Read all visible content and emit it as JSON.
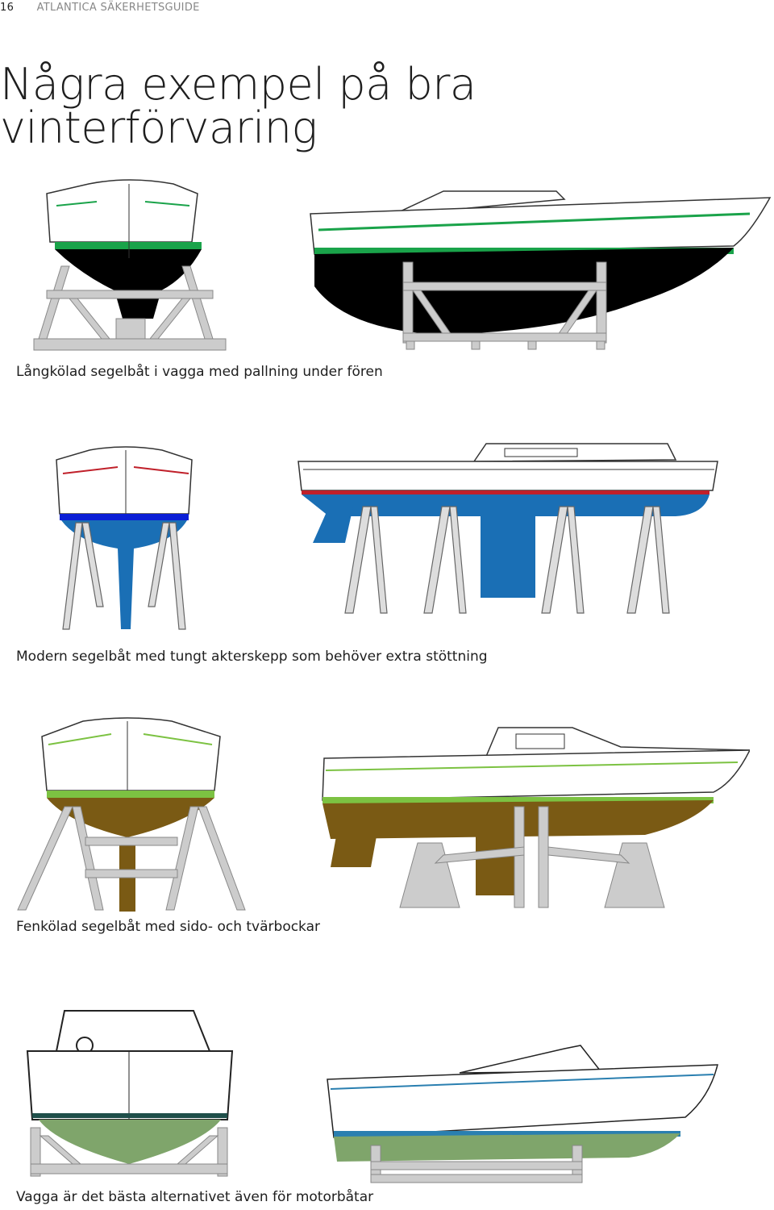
{
  "header": {
    "page_number": "16",
    "running_title": "ATLANTICA SÄKERHETSGUIDE"
  },
  "title": "Några exempel på bra vinterförvaring",
  "examples": [
    {
      "caption": "Långkölad segelbåt i vagga med pallning under fören"
    },
    {
      "caption": "Modern segelbåt med tungt akterskepp som behöver extra stöttning"
    },
    {
      "caption": "Fenkölad segelbåt med sido- och tvärbockar"
    },
    {
      "caption": "Vagga är det bästa alternativet även för motorbåtar"
    }
  ],
  "colors": {
    "antifouling_black": "#000000",
    "waterline_green": "#1aa34a",
    "antifouling_blue": "#1a6fb5",
    "boot_stripe_blue": "#0a1fd6",
    "sheer_red": "#c0202a",
    "antifouling_brown": "#7a5a14",
    "waterline_lightgreen": "#7cc242",
    "cradle_grey": "#c8c8c8",
    "motorboat_green": "#7fa56b"
  }
}
